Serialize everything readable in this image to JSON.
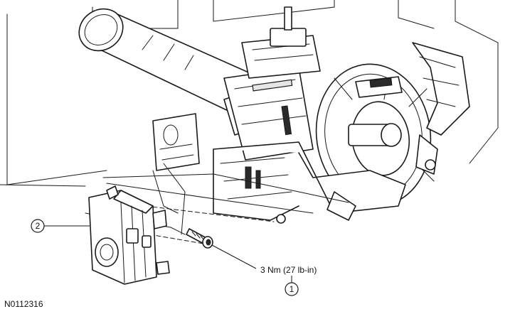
{
  "figure_id": "N0112316",
  "callouts": [
    {
      "number": "1",
      "text": "3 Nm (27 lb-in)"
    },
    {
      "number": "2",
      "text": ""
    }
  ],
  "colors": {
    "ink": "#1a1a1a",
    "paper": "#ffffff",
    "shade": "#e6e6e6"
  }
}
